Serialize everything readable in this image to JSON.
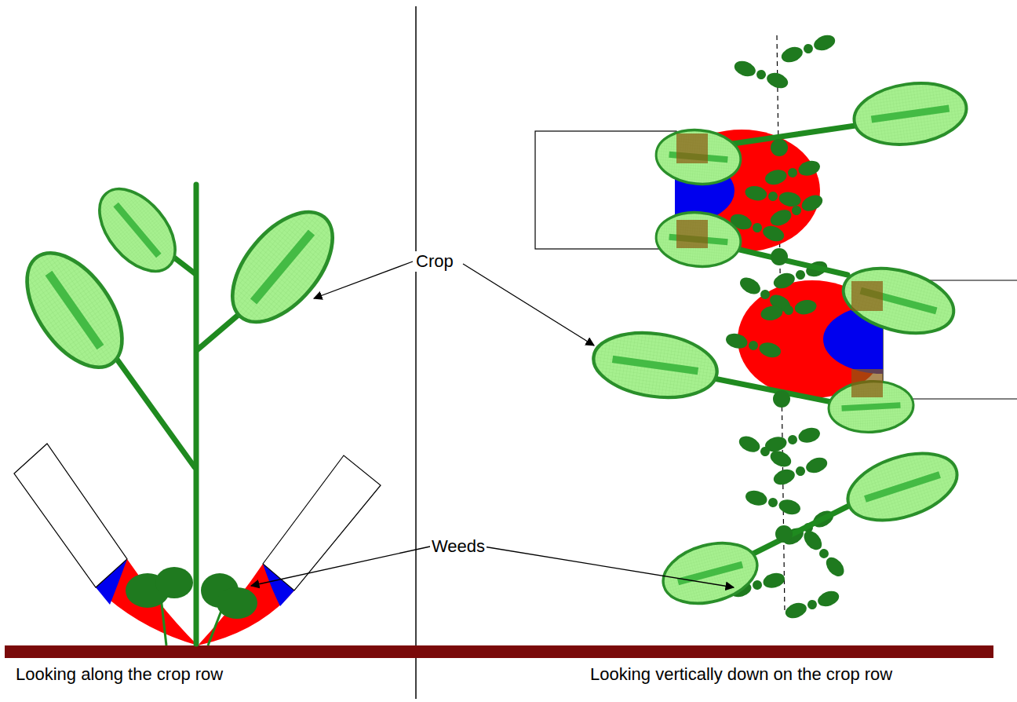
{
  "diagram": {
    "labels": [
      "Crop",
      "Weeds",
      "Looking along the crop row",
      "Looking vertically down on the crop row"
    ]
  }
}
